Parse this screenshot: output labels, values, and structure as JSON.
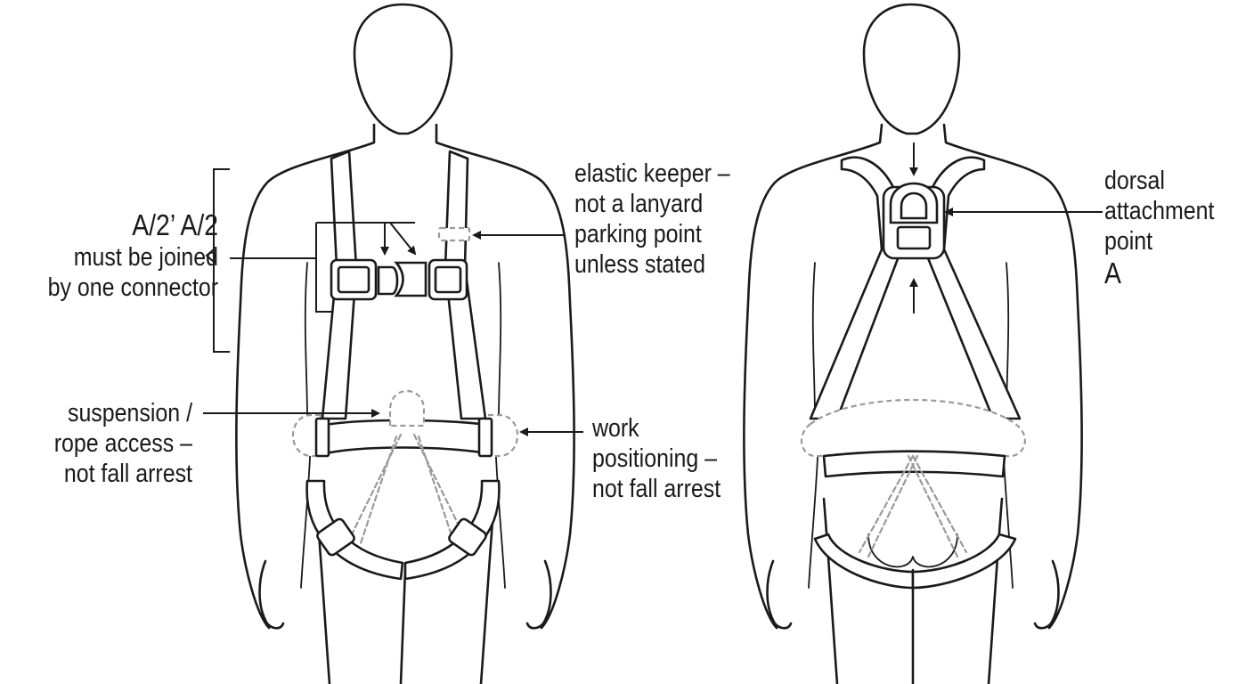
{
  "connector_note": {
    "code_line": "A/2’ A/2",
    "lines": [
      "must be joined",
      "by one connector"
    ]
  },
  "elastic_keeper": {
    "lines": [
      "elastic keeper –",
      "not a lanyard",
      "parking point",
      "unless stated"
    ]
  },
  "suspension": {
    "lines": [
      "suspension /",
      "rope access –",
      "not fall arrest"
    ]
  },
  "work_positioning": {
    "lines": [
      "work",
      "positioning –",
      "not fall arrest"
    ]
  },
  "dorsal": {
    "lines": [
      "dorsal",
      "attachment",
      "point"
    ],
    "code": "A"
  }
}
